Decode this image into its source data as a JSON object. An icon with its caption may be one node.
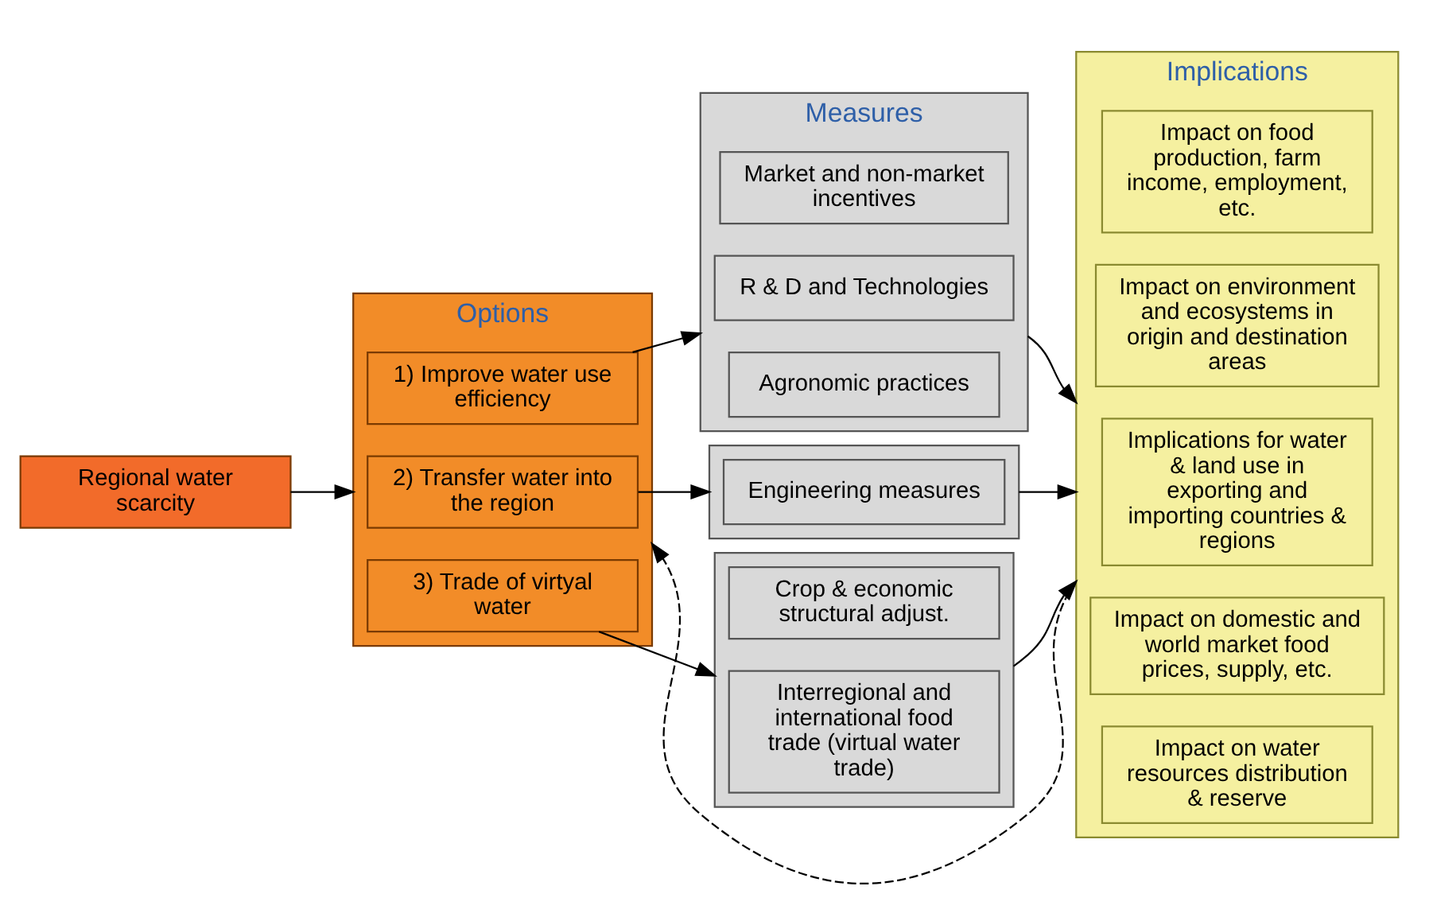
{
  "diagram": {
    "nodes": [
      {
        "text": [
          "Regional water scarcity"
        ]
      },
      {
        "text": [
          "Options"
        ]
      },
      {
        "text": [
          "1) Improve water use efficiency"
        ],
        "in": 1
      },
      {
        "text": [
          "2) Transfer water into the region"
        ],
        "in": 1
      },
      {
        "text": [
          "3) Trade of virtyal water"
        ],
        "in": 1
      },
      {
        "text": [
          "Measures"
        ]
      },
      {
        "text": [
          "Market and non-market incentives"
        ],
        "in": 5
      },
      {
        "text": [
          "R & D and Technologies"
        ],
        "in": 5
      },
      {
        "text": [
          "Agronomic practices"
        ],
        "in": 5
      },
      {
        "text": [],
        "shape": "box"
      },
      {
        "text": [
          "Engineering measures"
        ],
        "in": 9
      },
      {
        "text": [],
        "shape": "box"
      },
      {
        "text": [
          "Crop & economic structural adjust."
        ],
        "in": 11
      },
      {
        "text": [
          "Interregional and international food trade (virtual water trade)"
        ],
        "in": 11
      },
      {
        "text": [
          "Implications"
        ]
      },
      {
        "text": [
          "Impact on food production, farm income, employment, etc."
        ],
        "in": 14
      },
      {
        "text": [
          "Impact on environment and ecosystems in origin and destination areas"
        ],
        "in": 14
      },
      {
        "text": [
          "Implications for water & land use in exporting and importing countries & regions"
        ],
        "in": 14
      },
      {
        "text": [
          "Impact on domestic and world market food prices, supply, etc."
        ],
        "in": 14
      },
      {
        "text": [
          "Impact on water resources distribution & reserve"
        ],
        "in": 14
      }
    ],
    "edges": [
      {
        "from": 0,
        "to": 1,
        "arrow": "to"
      },
      {
        "from": 2,
        "to": 5,
        "arrow": "to"
      },
      {
        "from": 3,
        "to": 9,
        "arrow": "to"
      },
      {
        "from": 4,
        "to": 11,
        "arrow": "to"
      },
      {
        "from": 5,
        "to": 14,
        "arrow": "to"
      },
      {
        "from": 9,
        "to": 14,
        "arrow": "to"
      },
      {
        "from": 11,
        "to": 14,
        "arrow": "to"
      },
      {
        "from": 14,
        "to": 1,
        "arrow": "to",
        "style": "dashed"
      }
    ]
  }
}
